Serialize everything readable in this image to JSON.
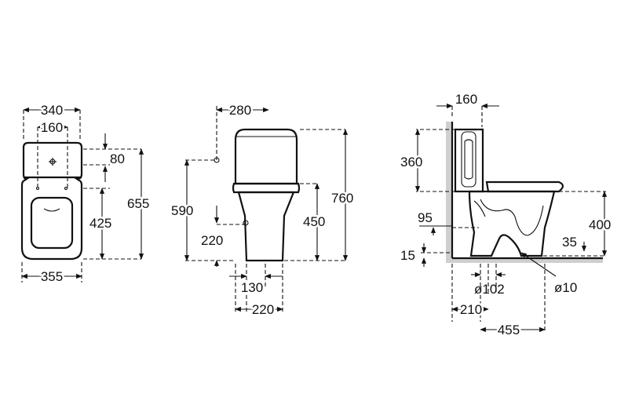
{
  "top_view": {
    "width_overall": "340",
    "width_inner": "160",
    "tank_depth": "80",
    "seat_length": "425",
    "total_depth": "655",
    "base_width": "355"
  },
  "front_view": {
    "tank_width": "280",
    "inlet_height": "590",
    "total_height": "760",
    "seat_height": "450",
    "side_inlet_height": "220",
    "base_inner": "130",
    "base_outer": "220"
  },
  "side_view": {
    "wall_offset": "160",
    "tank_height": "360",
    "outlet_height": "95",
    "floor_offset": "15",
    "rim_height": "400",
    "outlet_depth": "35",
    "outlet_diameter": "ø102",
    "fixing_diameter": "ø10",
    "outlet_distance": "210",
    "total_length": "455"
  },
  "colors": {
    "line": "#111111",
    "wall": "#cfcfcf",
    "background": "#ffffff"
  }
}
